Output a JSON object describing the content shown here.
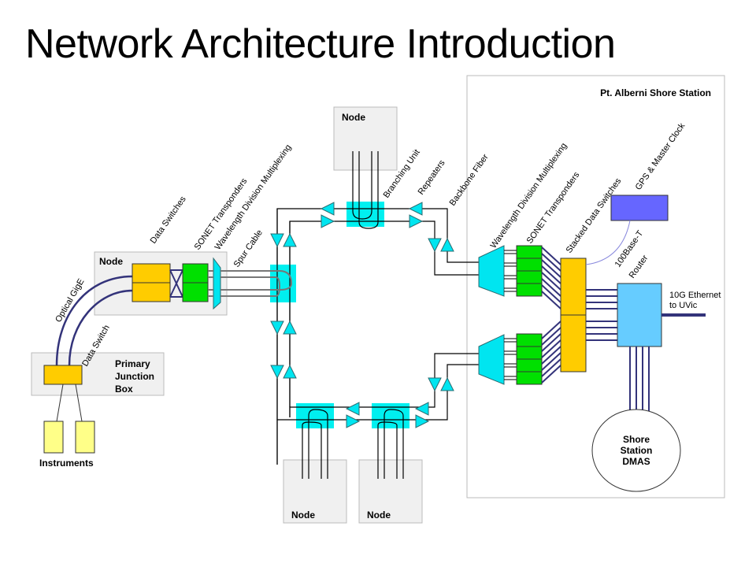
{
  "title": "Network Architecture Introduction",
  "colors": {
    "data_switch": "#ffcc00",
    "sonet": "#00e000",
    "wdm": "#00e5f0",
    "branching_unit": "#00f0f0",
    "gps_clock": "#6666ff",
    "router": "#66ccff",
    "instrument": "#ffff88",
    "cable_navy": "#33337a"
  },
  "left_node": {
    "label": "Node",
    "annotations": {
      "data_switches": "Data Switches",
      "sonet_transponders": "SONET Transponders",
      "wdm": "Wavelength Division Multiplexing",
      "spur_cable": "Spur Cable",
      "optical_gige": "Optical GigE"
    }
  },
  "junction_box": {
    "label_lines": [
      "Primary",
      "Junction",
      "Box"
    ],
    "data_switch_label": "Data Switch"
  },
  "instruments": {
    "label": "Instruments"
  },
  "top_node": {
    "label": "Node"
  },
  "bottom_nodes": [
    {
      "label": "Node"
    },
    {
      "label": "Node"
    }
  ],
  "ring_annotations": {
    "branching_unit": "Branching Unit",
    "repeaters": "Repeaters",
    "backbone_fiber": "Backbone Fiber"
  },
  "shore_station": {
    "title": "Pt. Alberni Shore Station",
    "annotations": {
      "wdm": "Wavelength Division Multiplexing",
      "sonet_transponders": "SONET Transponders",
      "stacked_data_switches": "Stacked Data Switches",
      "gps_clock": "GPS & Master Clock",
      "link_100base": "100Base-T",
      "router": "Router"
    },
    "uplink_lines": [
      "10G Ethernet",
      "to UVic"
    ],
    "dmas_lines": [
      "Shore",
      "Station",
      "DMAS"
    ]
  }
}
